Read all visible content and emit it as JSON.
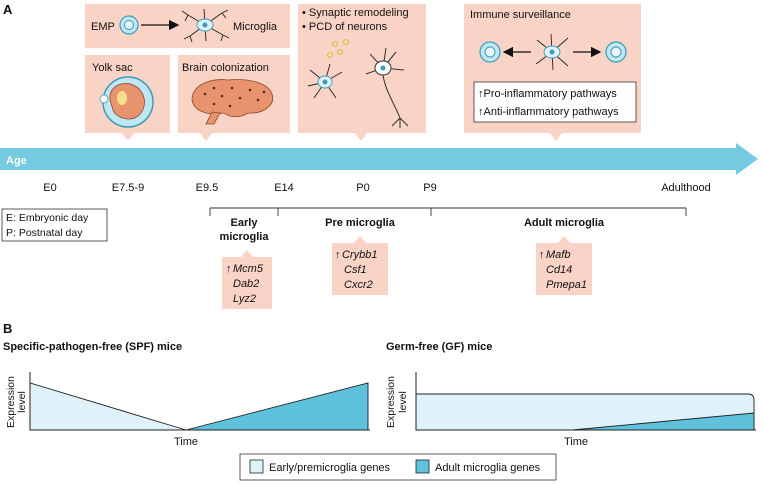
{
  "panel_a": {
    "label": "A",
    "emp_label": "EMP",
    "microglia_label": "Microglia",
    "yolk_sac": "Yolk sac",
    "brain_colonization": "Brain colonization",
    "bullet1": "• Synaptic remodeling",
    "bullet2": "• PCD of neurons",
    "immune_surveillance": "Immune surveillance",
    "pro_inflammatory": "↑Pro-inflammatory pathways",
    "anti_inflammatory": "↑Anti-inflammatory pathways",
    "age_label": "Age",
    "timepoints": [
      "E0",
      "E7.5-9",
      "E9.5",
      "E14",
      "P0",
      "P9",
      "Adulthood"
    ],
    "legend_e": "E: Embryonic day",
    "legend_p": "P: Postnatal day",
    "stages": [
      {
        "line1": "Early",
        "line2": "microglia",
        "genes": [
          "Mcm5",
          "Dab2",
          "Lyz2"
        ]
      },
      {
        "line1": "Pre microglia",
        "line2": "",
        "genes": [
          "Crybb1",
          "Csf1",
          "Cxcr2"
        ]
      },
      {
        "line1": "Adult microglia",
        "line2": "",
        "genes": [
          "Mafb",
          "Cd14",
          "Pmepa1"
        ]
      }
    ],
    "arrow_up": "↑"
  },
  "panel_b": {
    "label": "B",
    "spf_title": "Specific-pathogen-free (SPF) mice",
    "gf_title": "Germ-free (GF) mice",
    "ylabel_line1": "Expression",
    "ylabel_line2": "level",
    "xlabel": "Time",
    "legend_early": "Early/premicroglia genes",
    "legend_adult": "Adult microglia genes"
  },
  "colors": {
    "salmon": "#f9d4c6",
    "age_bar": "#74cbe0",
    "light_blue": "#dff2fa",
    "mid_blue": "#5ec2dc",
    "brain": "#e8936e"
  }
}
